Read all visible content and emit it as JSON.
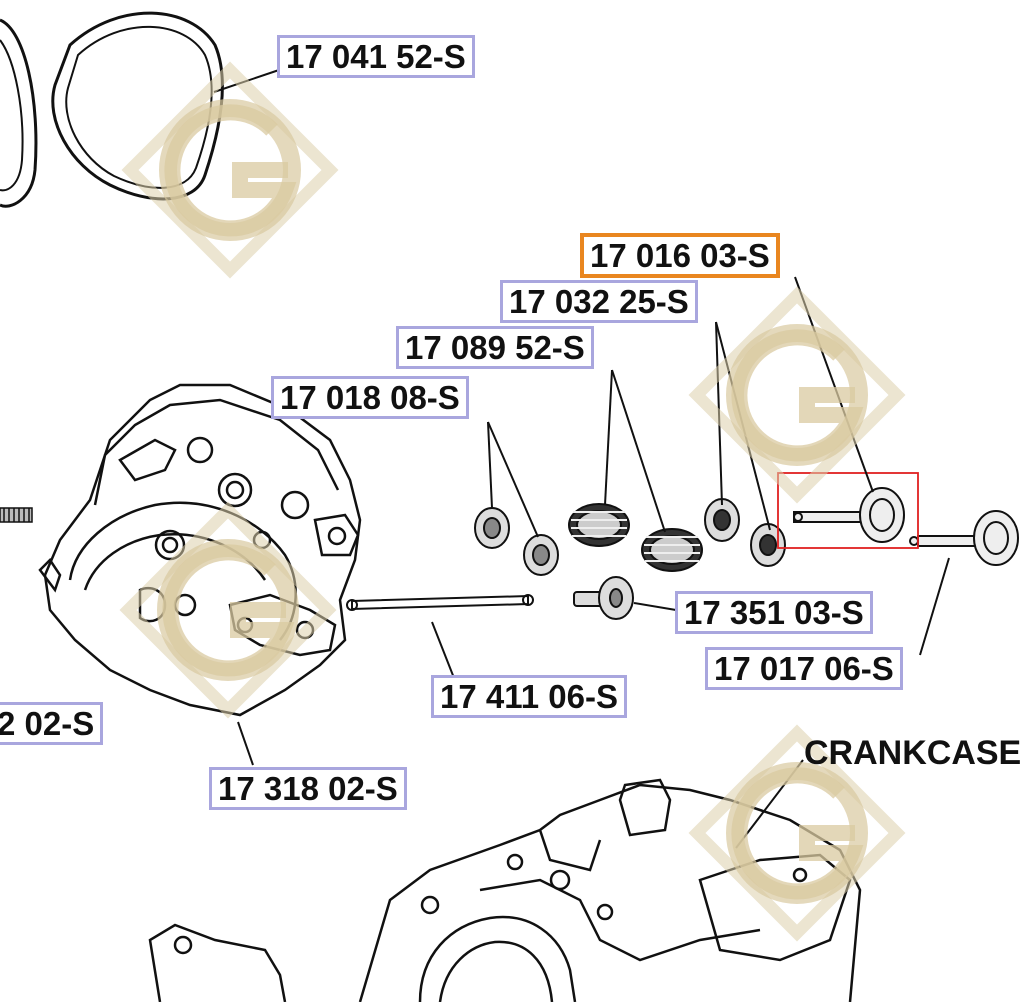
{
  "diagram": {
    "part_labels": [
      {
        "id": "p1",
        "text": "17 041 52-S"
      },
      {
        "id": "p2",
        "text": "17 016 03-S",
        "selected": true
      },
      {
        "id": "p3",
        "text": "17 032 25-S"
      },
      {
        "id": "p4",
        "text": "17 089 52-S"
      },
      {
        "id": "p5",
        "text": "17 018 08-S"
      },
      {
        "id": "p6",
        "text": "17 351 03-S"
      },
      {
        "id": "p7",
        "text": "17 017 06-S"
      },
      {
        "id": "p8",
        "text": "17 411 06-S"
      },
      {
        "id": "p9",
        "text": "17 318 02-S"
      },
      {
        "id": "p10",
        "text": "2 02-S"
      }
    ],
    "crankcase_label": "CRANKCASE",
    "colors": {
      "label_border": "#a9a6de",
      "selected_border": "#e9861f",
      "highlight_box": "#e02020",
      "watermark": "#d9c9a0"
    },
    "watermark_icon": "g-diamond-logo"
  }
}
